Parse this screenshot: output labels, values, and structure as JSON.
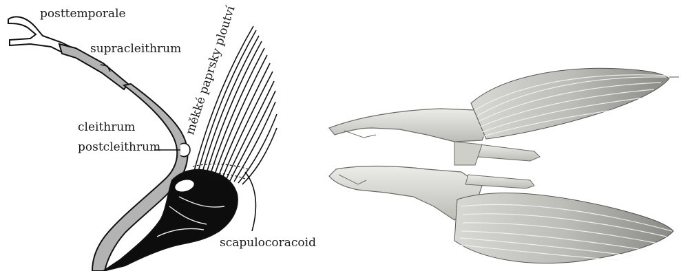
{
  "labels": {
    "posttemporale": "posttemporale",
    "supracleithrum": "supracleithrum",
    "cleithrum": "cleithrum",
    "postcleithrum": "postcleithrum",
    "soft_rays": "měkké paprsky ploutví",
    "scapulocoracoid": "scapulocoracoid"
  },
  "colors": {
    "bone_grey": "#b3b3b3",
    "outline": "#111111",
    "scapulocoracoid_fill": "#0d0d0d",
    "photo_bone": "#dcdcd8",
    "photo_shadow": "#8d8d88"
  }
}
